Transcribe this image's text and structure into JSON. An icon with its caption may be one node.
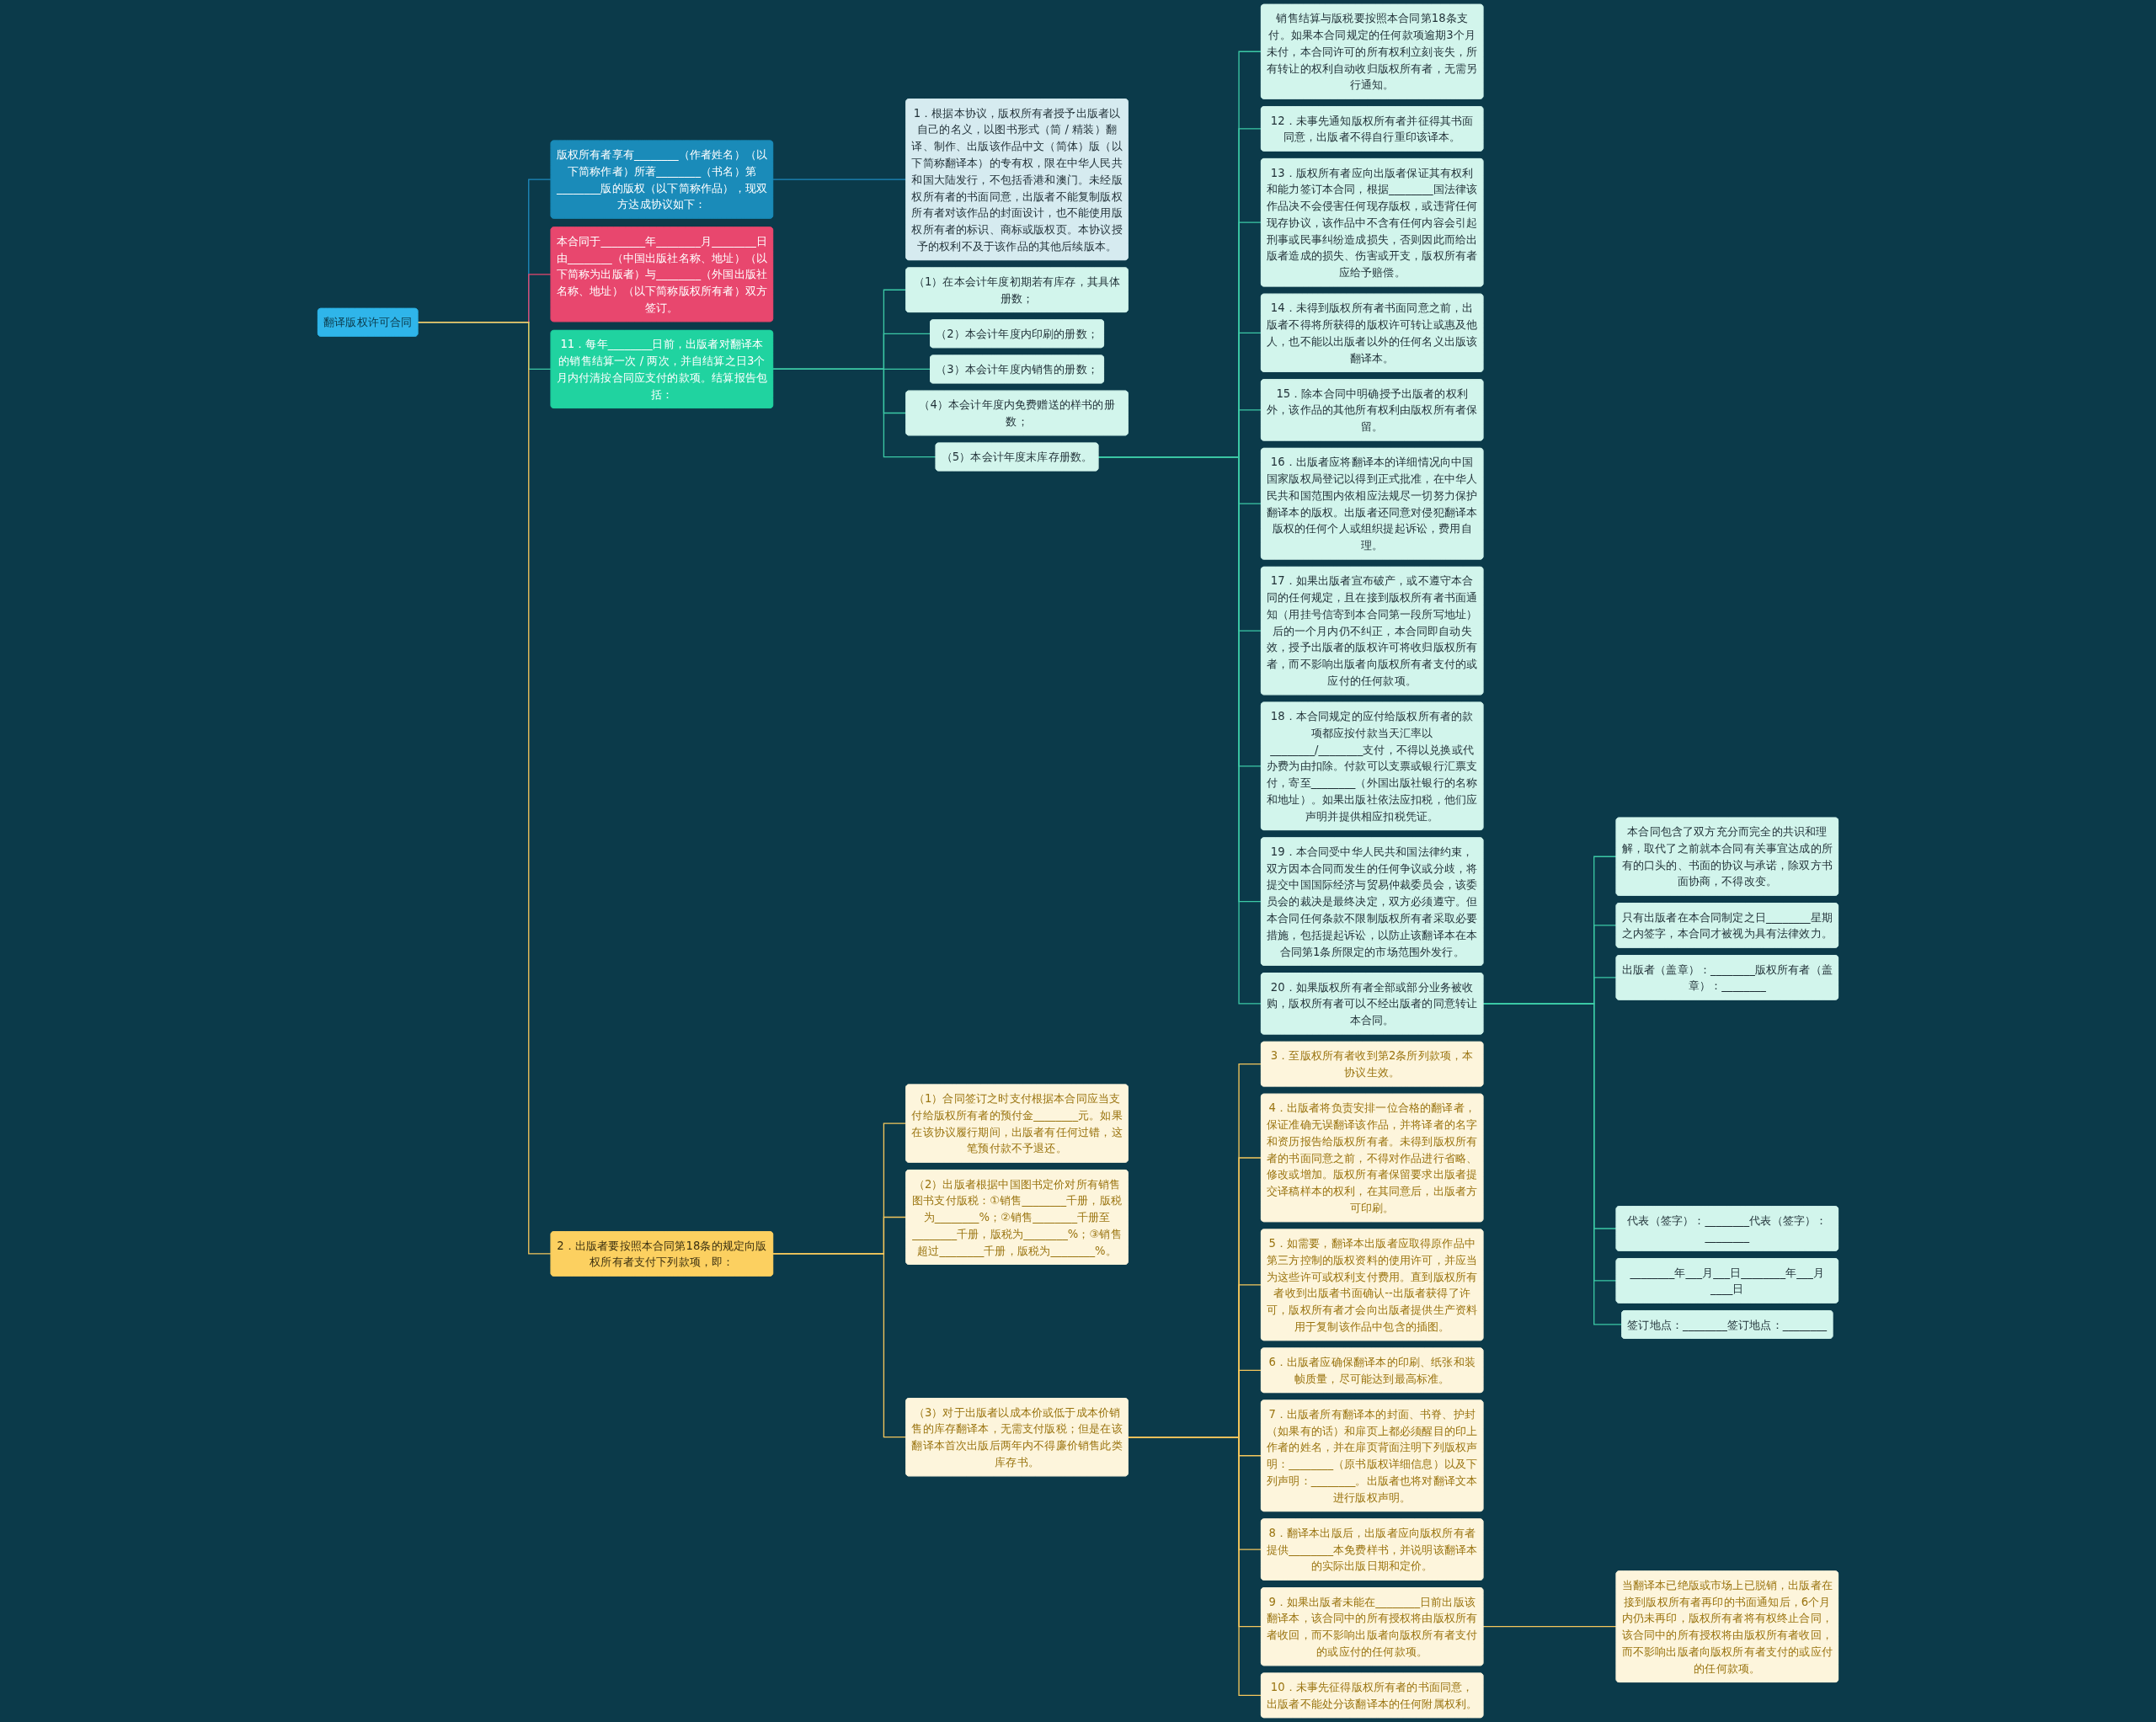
{
  "diagram": {
    "nodes": [
      {
        "text": [
          "翻译版权许可合同"
        ]
      },
      {
        "text": [
          "版权所有者享有________（作者姓名）（以下简称作者）所著________（书名）第________版的版权（以下简称作品），现双方达成协议如下："
        ]
      },
      {
        "text": [
          "1．根据本协议，版权所有者授予出版者以自己的名义，以图书形式（简 / 精装）翻译、制作、出版该作品中文（简体）版（以下简称翻译本）的专有权，限在中华人民共和国大陆发行，不包括香港和澳门。未经版权所有者的书面同意，出版者不能复制版权所有者对该作品的封面设计，也不能使用版权所有者的标识、商标或版权页。本协议授予的权利不及于该作品的其他后续版本。"
        ]
      },
      {
        "text": [
          "本合同于________年________月________日由________（中国出版社名称、地址）（以下简称为出版者）与________（外国出版社名称、地址）（以下简称版权所有者）双方签订。"
        ]
      },
      {
        "text": [
          "11．每年________日前，出版者对翻译本的销售结算一次 / 两次，并自结算之日3个月内付清按合同应支付的款项。结算报告包括："
        ]
      },
      {
        "text": [
          "（1）在本会计年度初期若有库存，其具体册数；"
        ]
      },
      {
        "text": [
          "（2）本会计年度内印刷的册数；"
        ]
      },
      {
        "text": [
          "（3）本会计年度内销售的册数；"
        ]
      },
      {
        "text": [
          "（4）本会计年度内免费赠送的样书的册数；"
        ]
      },
      {
        "text": [
          "（5）本会计年度末库存册数。"
        ]
      },
      {
        "text": [
          "销售结算与版税要按照本合同第18条支付。如果本合同规定的任何款项逾期3个月未付，本合同许可的所有权利立刻丧失，所有转让的权利自动收归版权所有者，无需另行通知。"
        ]
      },
      {
        "text": [
          "12．未事先通知版权所有者并征得其书面同意，出版者不得自行重印该译本。"
        ]
      },
      {
        "text": [
          "13．版权所有者应向出版者保证其有权利和能力签订本合同，根据________国法律该作品决不会侵害任何现存版权，或违背任何现存协议，该作品中不含有任何内容会引起刑事或民事纠纷造成损失，否则因此而给出版者造成的损失、伤害或开支，版权所有者应给予赔偿。"
        ]
      },
      {
        "text": [
          "14．未得到版权所有者书面同意之前，出版者不得将所获得的版权许可转让或惠及他人，也不能以出版者以外的任何名义出版该翻译本。"
        ]
      },
      {
        "text": [
          "15．除本合同中明确授予出版者的权利外，该作品的其他所有权利由版权所有者保留。"
        ]
      },
      {
        "text": [
          "16．出版者应将翻译本的详细情况向中国国家版权局登记以得到正式批准，在中华人民共和国范围内依相应法规尽一切努力保护翻译本的版权。出版者还同意对侵犯翻译本版权的任何个人或组织提起诉讼，费用自理。"
        ]
      },
      {
        "text": [
          "17．如果出版者宣布破产，或不遵守本合同的任何规定，且在接到版权所有者书面通知（用挂号信寄到本合同第一段所写地址）后的一个月内仍不纠正，本合同即自动失效，授予出版者的版权许可将收归版权所有者，而不影响出版者向版权所有者支付的或应付的任何款项。"
        ]
      },
      {
        "text": [
          "18．本合同规定的应付给版权所有者的款项都应按付款当天汇率以________/________支付，不得以兑换或代办费为由扣除。付款可以支票或银行汇票支付，寄至________（外国出版社银行的名称和地址）。如果出版社依法应扣税，他们应声明并提供相应扣税凭证。"
        ]
      },
      {
        "text": [
          "19．本合同受中华人民共和国法律约束，双方因本合同而发生的任何争议或分歧，将提交中国国际经济与贸易仲裁委员会，该委员会的裁决是最终决定，双方必须遵守。但本合同任何条款不限制版权所有者采取必要措施，包括提起诉讼，以防止该翻译本在本合同第1条所限定的市场范围外发行。"
        ]
      },
      {
        "text": [
          "20．如果版权所有者全部或部分业务被收购，版权所有者可以不经出版者的同意转让本合同。"
        ]
      },
      {
        "text": [
          "本合同包含了双方充分而完全的共识和理解，取代了之前就本合同有关事宜达成的所有的口头的、书面的协议与承诺，除双方书面协商，不得改变。"
        ]
      },
      {
        "text": [
          "只有出版者在本合同制定之日________星期之内签字，本合同才被视为具有法律效力。"
        ]
      },
      {
        "text": [
          "出版者（盖章）：________版权所有者（盖章）：________"
        ]
      },
      {
        "text": [
          "代表（签字）：________代表（签字）：________"
        ]
      },
      {
        "text": [
          "________年___月___日________年___月____日"
        ]
      },
      {
        "text": [
          "签订地点：________签订地点：________"
        ]
      },
      {
        "text": [
          "2．出版者要按照本合同第18条的规定向版权所有者支付下列款项，即："
        ]
      },
      {
        "text": [
          "（1）合同签订之时支付根据本合同应当支付给版权所有者的预付金________元。如果在该协议履行期间，出版者有任何过错，这笔预付款不予退还。"
        ]
      },
      {
        "text": [
          "（2）出版者根据中国图书定价对所有销售图书支付版税：①销售________千册，版税为________%；②销售________千册至________千册，版税为________%；③销售超过________千册，版税为________%。"
        ]
      },
      {
        "text": [
          "（3）对于出版者以成本价或低于成本价销售的库存翻译本，无需支付版税；但是在该翻译本首次出版后两年内不得廉价销售此类库存书。"
        ]
      },
      {
        "text": [
          "3．至版权所有者收到第2条所列款项，本协议生效。"
        ]
      },
      {
        "text": [
          "4．出版者将负责安排一位合格的翻译者，保证准确无误翻译该作品，并将译者的名字和资历报告给版权所有者。未得到版权所有者的书面同意之前，不得对作品进行省略、修改或增加。版权所有者保留要求出版者提交译稿样本的权利，在其同意后，出版者方可印刷。"
        ]
      },
      {
        "text": [
          "5．如需要，翻译本出版者应取得原作品中第三方控制的版权资料的使用许可，并应当为这些许可或权利支付费用。直到版权所有者收到出版者书面确认--出版者获得了许可，版权所有者才会向出版者提供生产资料用于复制该作品中包含的插图。"
        ]
      },
      {
        "text": [
          "6．出版者应确保翻译本的印刷、纸张和装帧质量，尽可能达到最高标准。"
        ]
      },
      {
        "text": [
          "7．出版者所有翻译本的封面、书脊、护封（如果有的话）和扉页上都必须醒目的印上作者的姓名，并在扉页背面注明下列版权声明：________（原书版权详细信息）以及下列声明：________。出版者也将对翻译文本进行版权声明。"
        ]
      },
      {
        "text": [
          "8．翻译本出版后，出版者应向版权所有者提供________本免费样书，并说明该翻译本的实际出版日期和定价。"
        ]
      },
      {
        "text": [
          "9．如果出版者未能在________日前出版该翻译本，该合同中的所有授权将由版权所有者收回，而不影响出版者向版权所有者支付的或应付的任何款项。"
        ]
      },
      {
        "text": [
          "当翻译本已绝版或市场上已脱销，出版者在接到版权所有者再印的书面通知后，6个月内仍未再印，版权所有者将有权终止合同，该合同中的所有授权将由版权所有者收回，而不影响出版者向版权所有者支付的或应付的任何款项。"
        ]
      },
      {
        "text": [
          "10．未事先征得版权所有者的书面同意，出版者不能处分该翻译本的任何附属权利。"
        ]
      }
    ],
    "edges": [
      {
        "from": 0,
        "to": 1,
        "arrow": "none",
        "color": "#1e8bbf"
      },
      {
        "from": 1,
        "to": 2,
        "arrow": "none",
        "color": "#1e8bbf"
      },
      {
        "from": 0,
        "to": 3,
        "arrow": "none",
        "color": "#e8476e"
      },
      {
        "from": 0,
        "to": 4,
        "arrow": "none"
      },
      {
        "from": 4,
        "to": 5,
        "arrow": "none"
      },
      {
        "from": 4,
        "to": 6,
        "arrow": "none"
      },
      {
        "from": 4,
        "to": 7,
        "arrow": "none"
      },
      {
        "from": 4,
        "to": 8,
        "arrow": "none"
      },
      {
        "from": 4,
        "to": 9,
        "arrow": "none"
      },
      {
        "from": 9,
        "to": 10,
        "arrow": "none"
      },
      {
        "from": 9,
        "to": 11,
        "arrow": "none"
      },
      {
        "from": 9,
        "to": 12,
        "arrow": "none"
      },
      {
        "from": 9,
        "to": 13,
        "arrow": "none"
      },
      {
        "from": 9,
        "to": 14,
        "arrow": "none"
      },
      {
        "from": 9,
        "to": 15,
        "arrow": "none"
      },
      {
        "from": 9,
        "to": 16,
        "arrow": "none"
      },
      {
        "from": 9,
        "to": 17,
        "arrow": "none"
      },
      {
        "from": 9,
        "to": 18,
        "arrow": "none"
      },
      {
        "from": 9,
        "to": 19,
        "arrow": "none"
      },
      {
        "from": 19,
        "to": 20,
        "arrow": "none"
      },
      {
        "from": 19,
        "to": 21,
        "arrow": "none"
      },
      {
        "from": 19,
        "to": 22,
        "arrow": "none"
      },
      {
        "from": 19,
        "to": 23,
        "arrow": "none"
      },
      {
        "from": 19,
        "to": 24,
        "arrow": "none"
      },
      {
        "from": 19,
        "to": 25,
        "arrow": "none"
      },
      {
        "from": 0,
        "to": 26,
        "arrow": "none",
        "color": "#f5c75c"
      },
      {
        "from": 26,
        "to": 27,
        "arrow": "none",
        "color": "#f5c75c"
      },
      {
        "from": 26,
        "to": 28,
        "arrow": "none",
        "color": "#f5c75c"
      },
      {
        "from": 26,
        "to": 29,
        "arrow": "none",
        "color": "#f5c75c"
      },
      {
        "from": 29,
        "to": 30,
        "arrow": "none",
        "color": "#f5c75c"
      },
      {
        "from": 29,
        "to": 31,
        "arrow": "none",
        "color": "#f5c75c"
      },
      {
        "from": 29,
        "to": 32,
        "arrow": "none",
        "color": "#f5c75c"
      },
      {
        "from": 29,
        "to": 33,
        "arrow": "none",
        "color": "#f5c75c"
      },
      {
        "from": 29,
        "to": 34,
        "arrow": "none",
        "color": "#f5c75c"
      },
      {
        "from": 29,
        "to": 35,
        "arrow": "none",
        "color": "#f5c75c"
      },
      {
        "from": 29,
        "to": 36,
        "arrow": "none",
        "color": "#f5c75c"
      },
      {
        "from": 36,
        "to": 37,
        "arrow": "none",
        "color": "#f5c75c"
      },
      {
        "from": 29,
        "to": 38,
        "arrow": "none",
        "color": "#f5c75c"
      }
    ]
  }
}
